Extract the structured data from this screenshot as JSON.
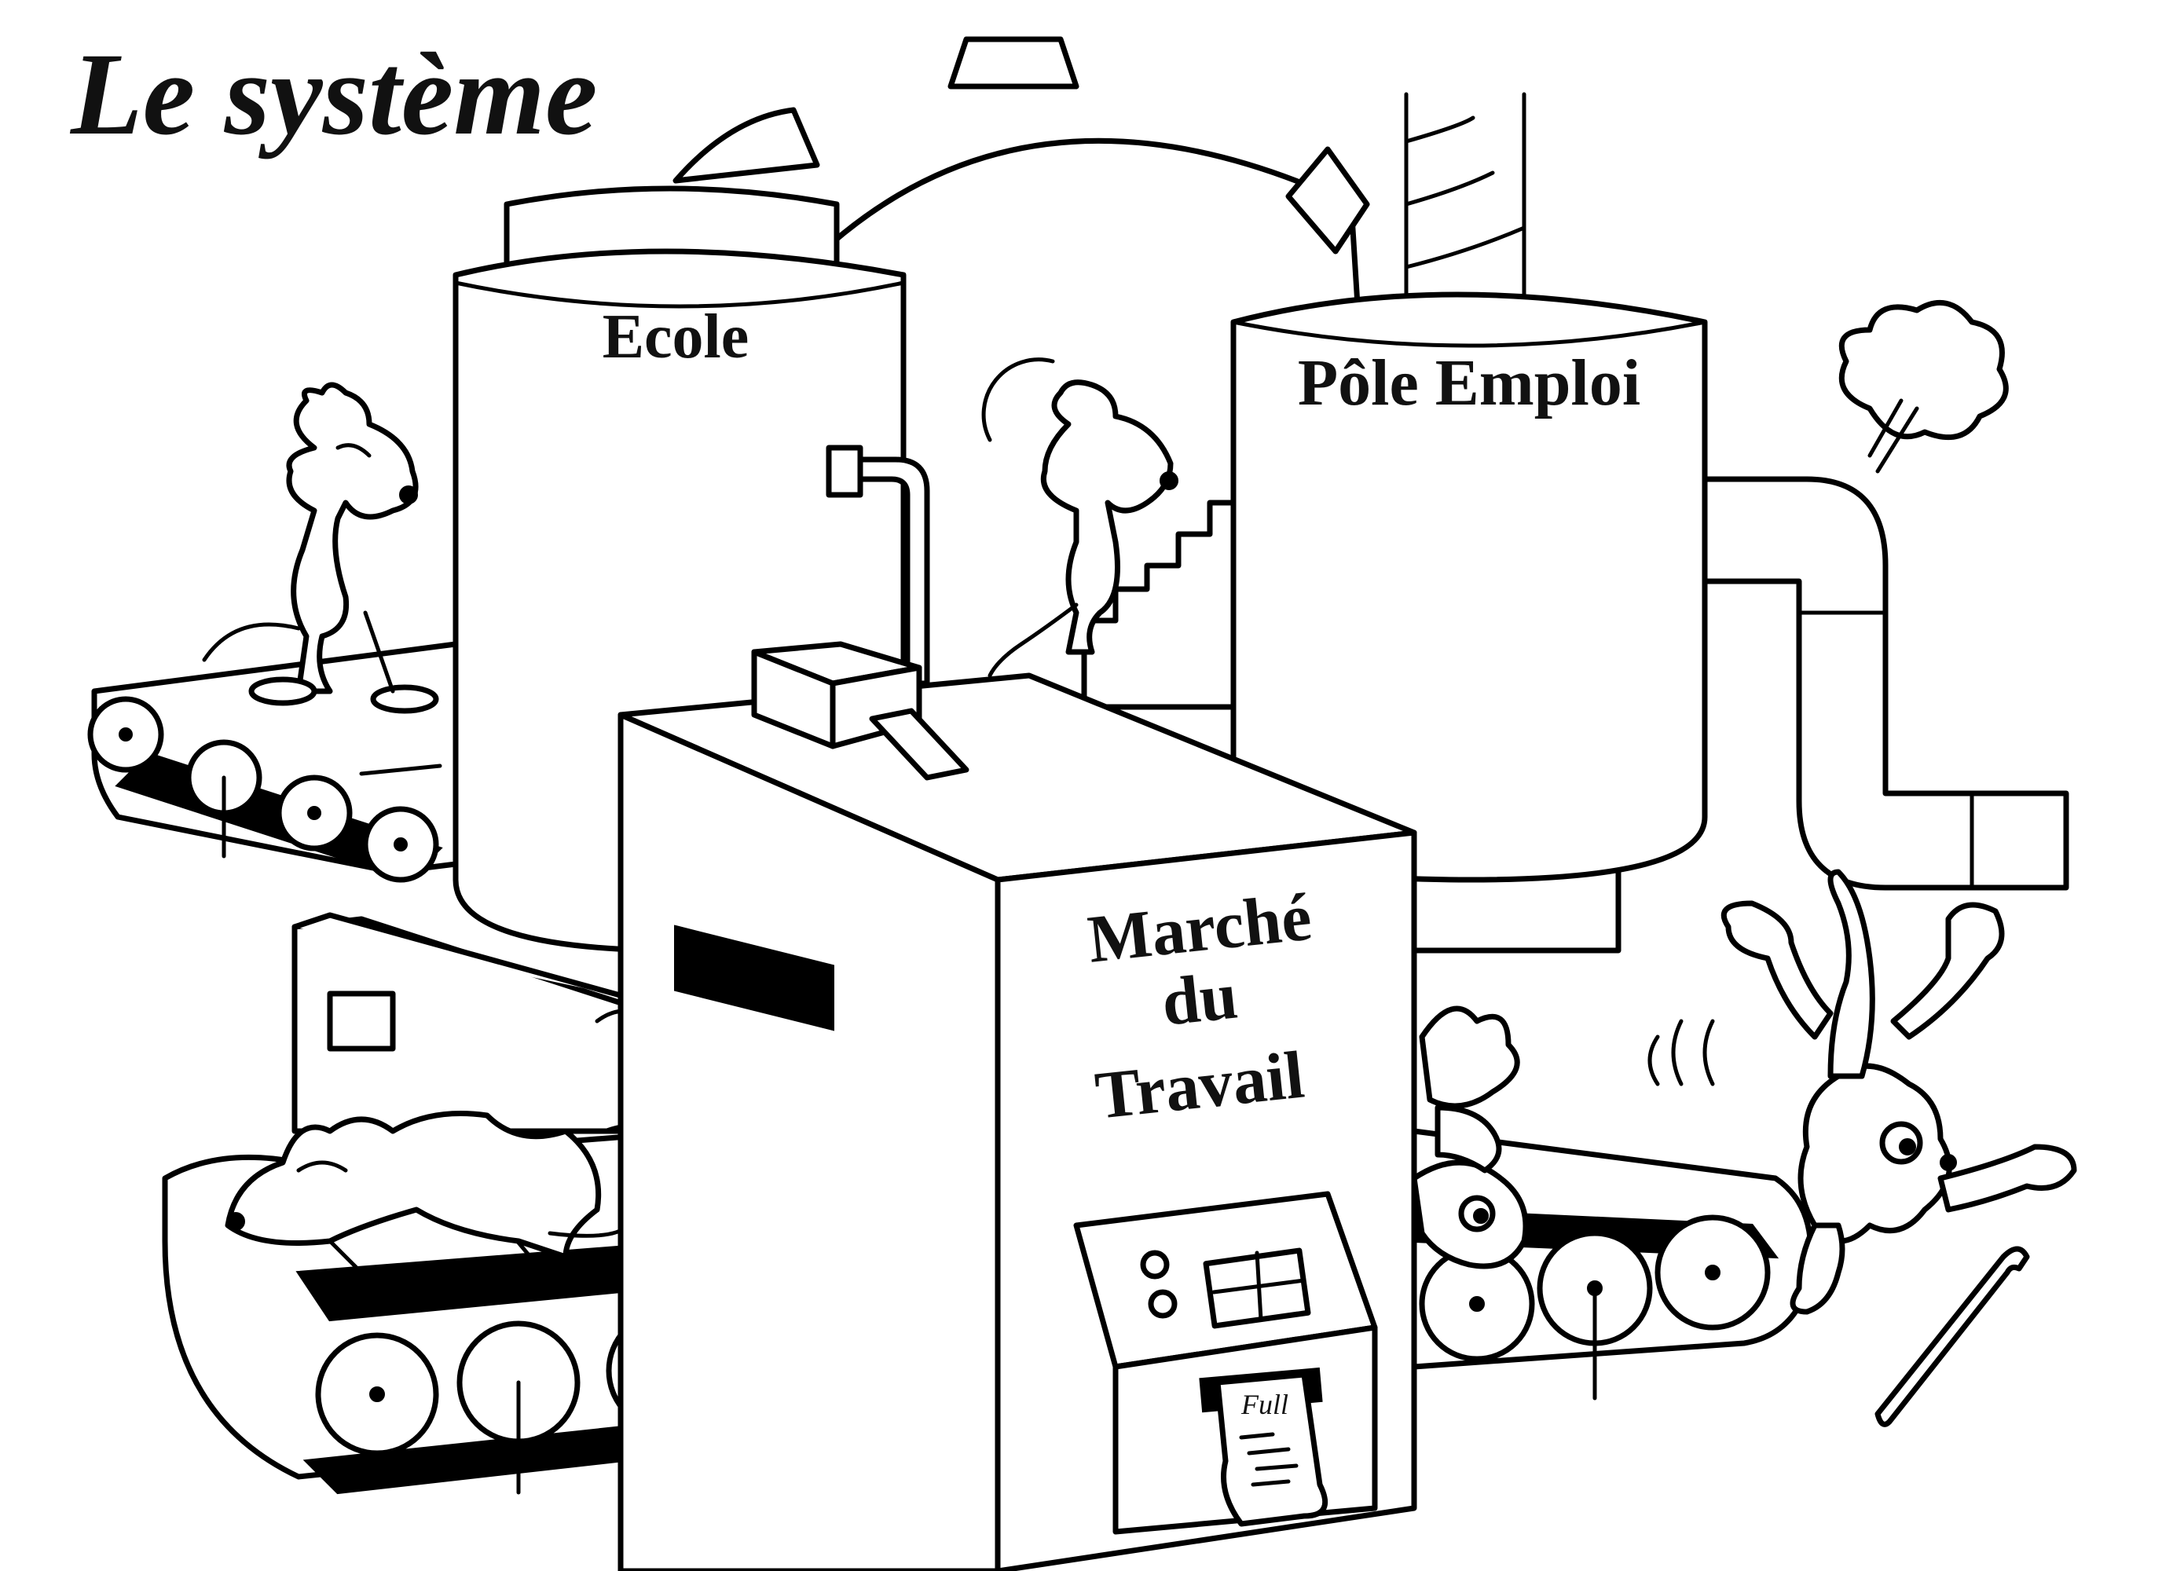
{
  "title": "Le système",
  "labels": {
    "ecole": "Ecole",
    "pole_emploi": "Pôle Emploi",
    "marche_line1": "Marché",
    "marche_line2": "du",
    "marche_line3": "Travail",
    "ticket": "Full"
  },
  "colors": {
    "ink": "#000000",
    "paper": "#ffffff"
  }
}
